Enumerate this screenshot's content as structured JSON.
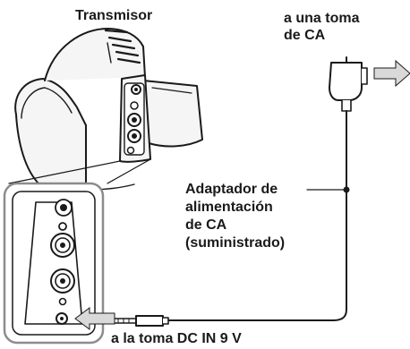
{
  "labels": {
    "transmitter": "Transmisor",
    "ac_outlet_line1": "a una toma",
    "ac_outlet_line2": "de CA",
    "adapter_line1": "Adaptador de",
    "adapter_line2": "alimentación",
    "adapter_line3": "de CA",
    "adapter_line4": "(suministrado)",
    "dc_jack": "a la toma DC IN 9 V"
  },
  "colors": {
    "line": "#1a1a1a",
    "device_fill": "#f5f5f5",
    "shade": "#d9d9d9",
    "inset_border": "#8c8c8c"
  }
}
